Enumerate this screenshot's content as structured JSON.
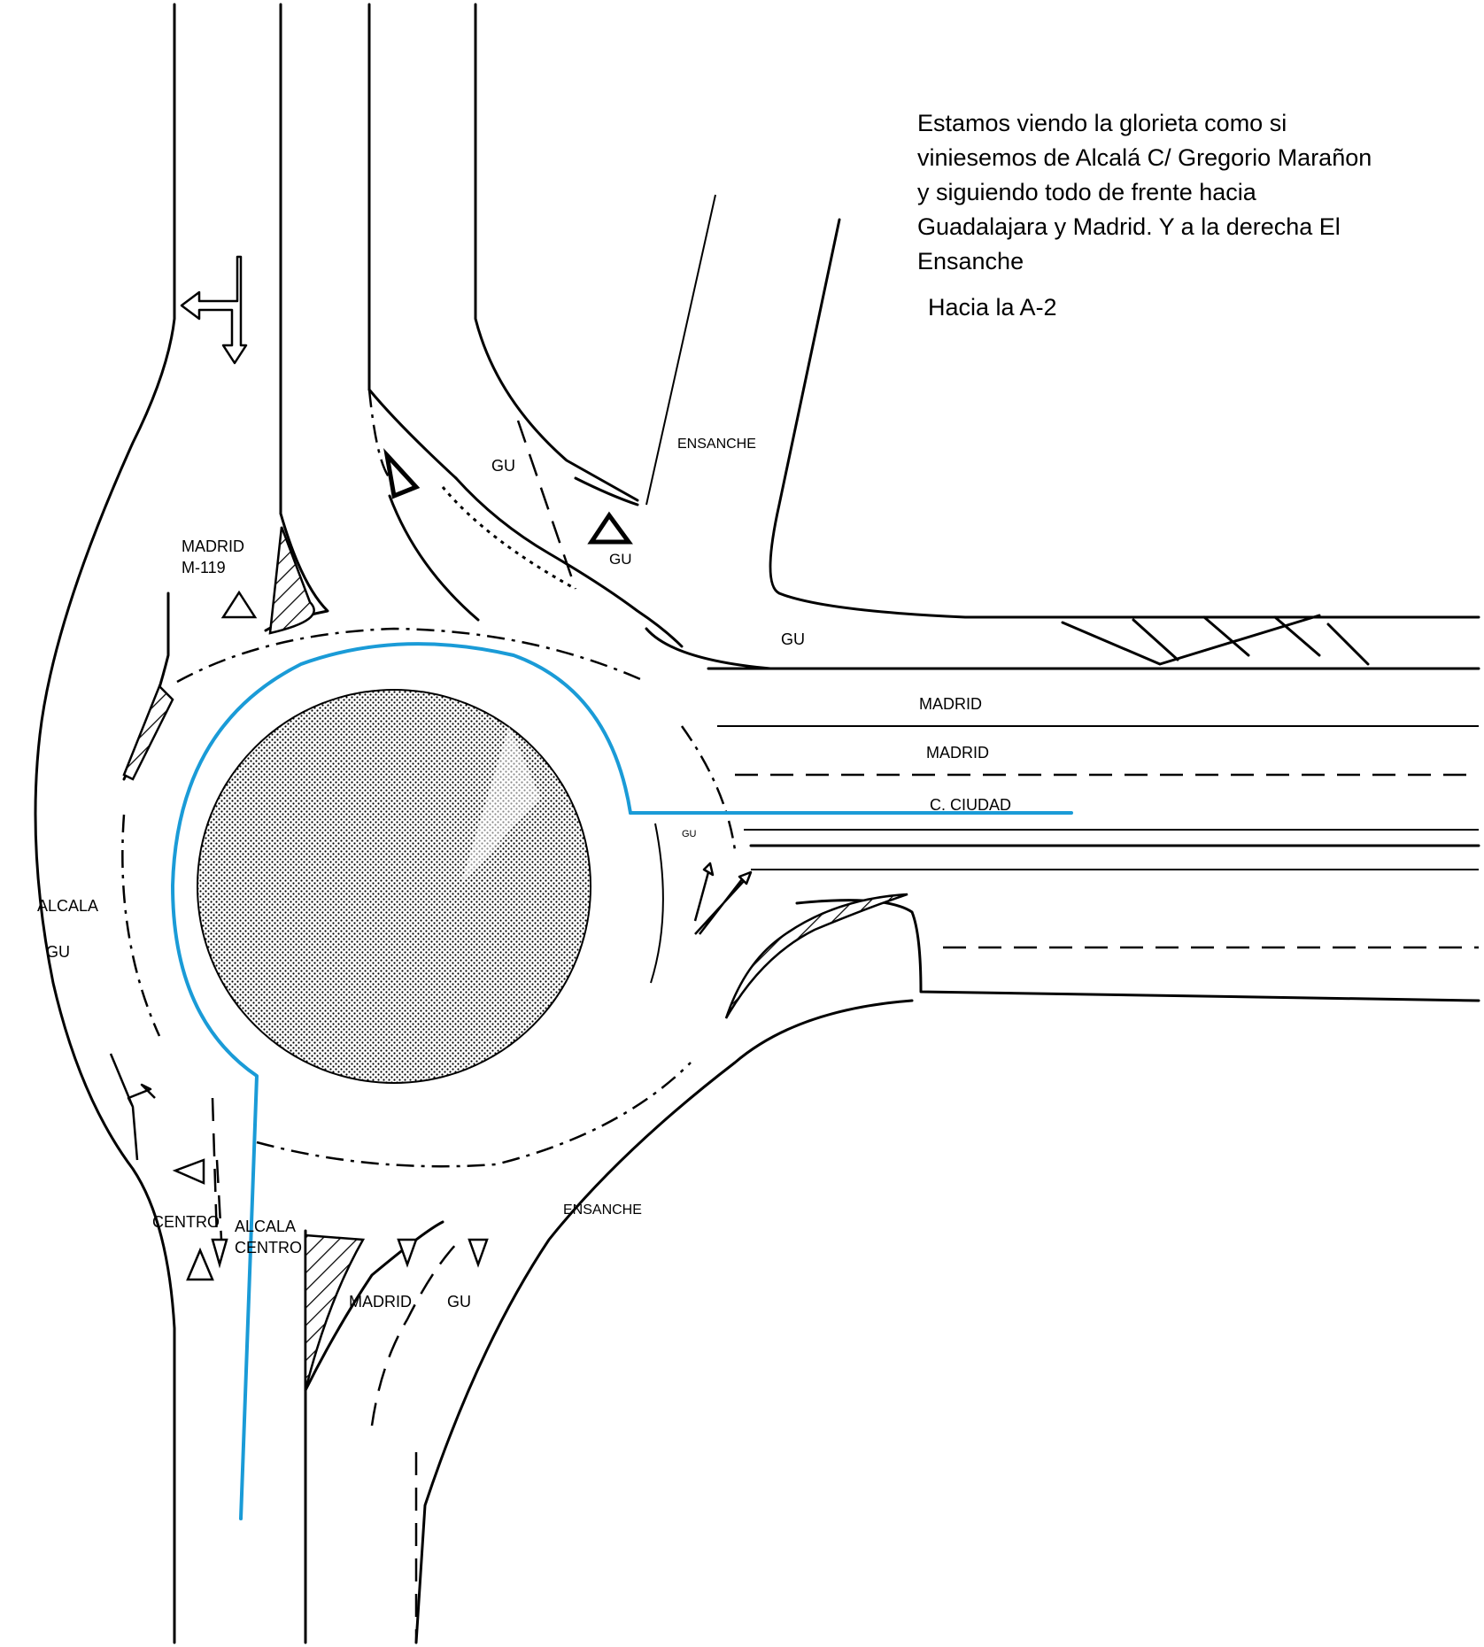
{
  "description": {
    "text": "Estamos viendo la glorieta como si viniesemos de Alcalá C/ Gregorio Marañon y siguiendo todo de frente hacia Guadalajara y Madrid. Y a la derecha El Ensanche",
    "subtitle": "Hacia la A-2"
  },
  "labels": {
    "ensanche_top": "ENSANCHE",
    "gu_upper": "GU",
    "gu_triangle": "GU",
    "gu_right": "GU",
    "madrid_m119_line1": "MADRID",
    "madrid_m119_line2": "M-119",
    "madrid_lane1": "MADRID",
    "madrid_lane2": "MADRID",
    "c_ciudad_lane": "C. CIUDAD",
    "gu_small": "GU",
    "alcala_left": "ALCALA",
    "gu_left": "GU",
    "centro_bottom": "CENTRO",
    "alcala_bottom": "ALCALA",
    "centro_bottom2": "CENTRO",
    "ensanche_bottom": "ENSANCHE",
    "madrid_bottom": "MADRID",
    "gu_bottom": "GU"
  },
  "colors": {
    "route": "#1a9bd7",
    "lines": "#000000",
    "background": "#ffffff"
  }
}
